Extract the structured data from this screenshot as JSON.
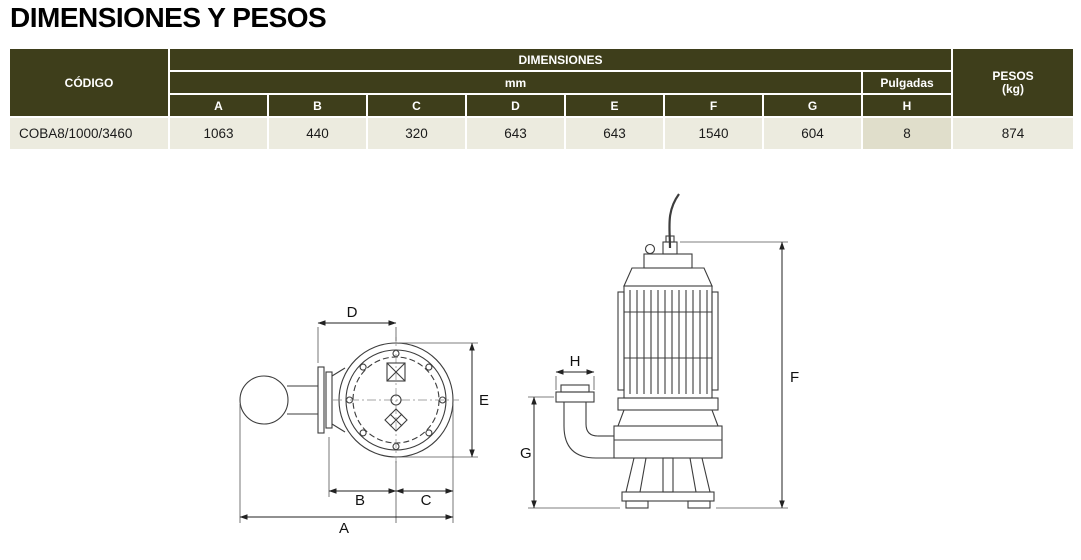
{
  "page": {
    "title": "DIMENSIONES Y PESOS"
  },
  "table": {
    "headers": {
      "codigo": "CÓDIGO",
      "dimensiones": "DIMENSIONES",
      "mm": "mm",
      "pulgadas": "Pulgadas",
      "pesos_line1": "PESOS",
      "pesos_line2": "(kg)",
      "cols": [
        "A",
        "B",
        "C",
        "D",
        "E",
        "F",
        "G",
        "H"
      ]
    },
    "rows": [
      {
        "codigo": "COBA8/1000/3460",
        "values": [
          "1063",
          "440",
          "320",
          "643",
          "643",
          "1540",
          "604",
          "8",
          "874"
        ]
      }
    ]
  },
  "drawings": {
    "top_view": {
      "dim_d": "D",
      "dim_e": "E",
      "dim_b": "B",
      "dim_c": "C",
      "dim_a": "A"
    },
    "side_view": {
      "dim_h": "H",
      "dim_f": "F",
      "dim_g": "G"
    }
  },
  "colors": {
    "header_bg": "#3e3e1b",
    "row_bg": "#ecebdf",
    "row_alt_bg": "#e0decb"
  }
}
